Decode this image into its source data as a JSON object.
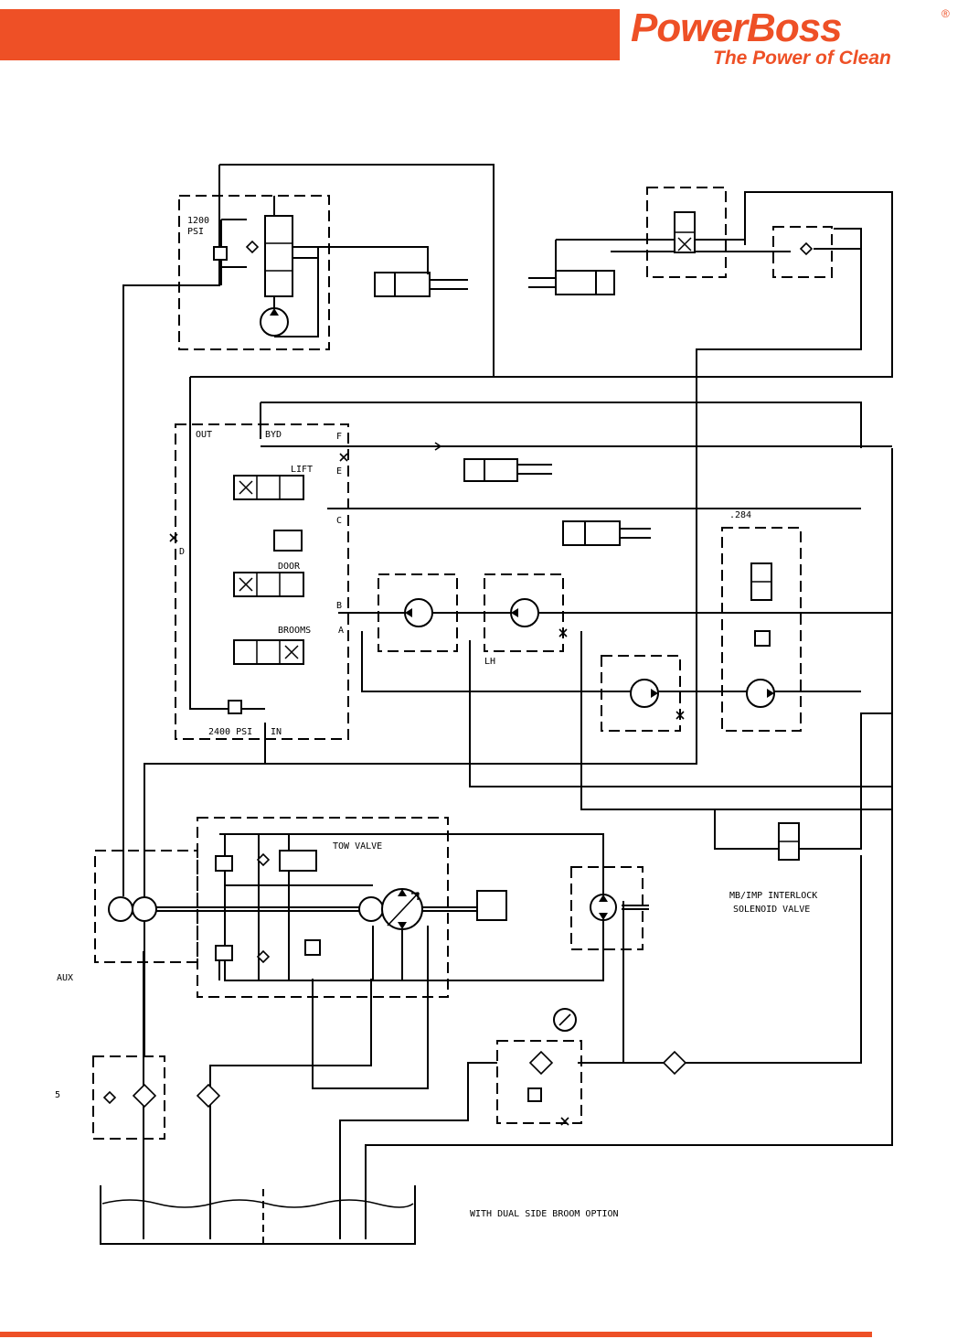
{
  "brand": {
    "name": "PowerBoss",
    "registered": "®",
    "tagline": "The Power of Clean",
    "accent_color": "#ee5026"
  },
  "diagram": {
    "labels": {
      "relief_1200_a": "1200",
      "relief_1200_b": "PSI",
      "out": "OUT",
      "byd": "BYD",
      "f": "F",
      "e": "E",
      "c": "C",
      "d": "D",
      "b": "B",
      "a": "A",
      "lift": "LIFT",
      "door": "DOOR",
      "brooms": "BROOMS",
      "relief_2400": "2400 PSI",
      "in": "IN",
      "orifice": ".284",
      "lh": "LH",
      "tow_valve": "TOW VALVE",
      "interlock_1": "MB/IMP INTERLOCK",
      "interlock_2": "SOLENOID VALVE",
      "aux": "AUX",
      "five": "5",
      "dual_side": "WITH DUAL SIDE BROOM OPTION"
    }
  }
}
